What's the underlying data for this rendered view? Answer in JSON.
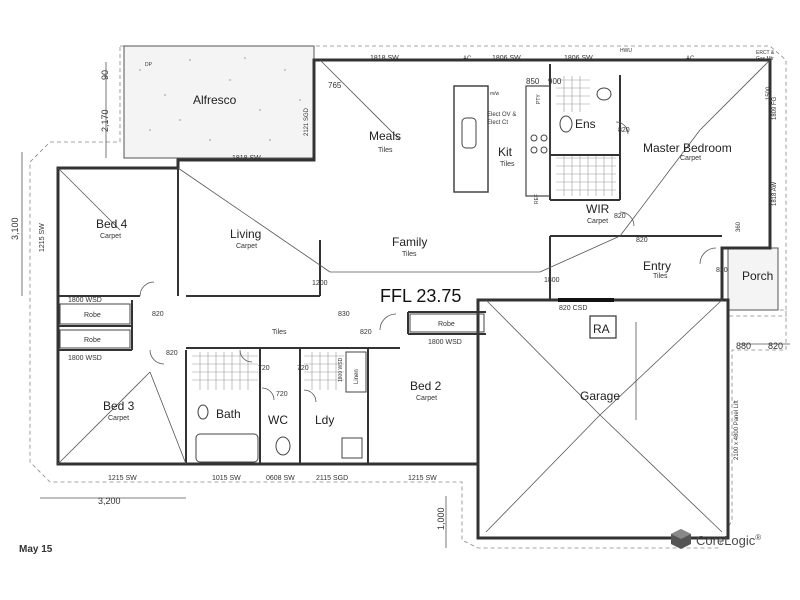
{
  "title": "FFL 23.75",
  "footer": {
    "date": "May 15",
    "brand": "CoreLogic",
    "brand_mark": "®"
  },
  "rooms": {
    "alfresco": {
      "name": "Alfresco"
    },
    "meals": {
      "name": "Meals",
      "floor": "Tiles"
    },
    "kit": {
      "name": "Kit",
      "floor": "Tiles"
    },
    "ens": {
      "name": "Ens"
    },
    "master": {
      "name": "Master Bedroom",
      "floor": "Carpet"
    },
    "bed4": {
      "name": "Bed 4",
      "floor": "Carpet"
    },
    "living": {
      "name": "Living",
      "floor": "Carpet"
    },
    "family": {
      "name": "Family",
      "floor": "Tiles"
    },
    "wir": {
      "name": "WIR",
      "floor": "Carpet"
    },
    "entry": {
      "name": "Entry",
      "floor": "Tiles"
    },
    "porch": {
      "name": "Porch"
    },
    "hall": {
      "floor": "Tiles"
    },
    "bed3": {
      "name": "Bed 3",
      "floor": "Carpet"
    },
    "bath": {
      "name": "Bath"
    },
    "wc": {
      "name": "WC"
    },
    "ldy": {
      "name": "Ldy"
    },
    "bed2": {
      "name": "Bed 2",
      "floor": "Carpet"
    },
    "garage": {
      "name": "Garage"
    },
    "ra": {
      "name": "RA"
    },
    "robe1": {
      "name": "Robe"
    },
    "robe2": {
      "name": "Robe"
    },
    "robe3": {
      "name": "Robe"
    },
    "linen": {
      "name": "Linen"
    }
  },
  "annotations": {
    "ac": "AC",
    "hwu": "HWU",
    "dp": "DP",
    "elect": "Elect OV &",
    "elect2": "Elect Ct",
    "mw": "m/w",
    "pty": "PTY",
    "ref": "REF",
    "erct": "ERCT &",
    "gas": "Gas Mtr",
    "fg": "1809 FG",
    "aw": "1818 AW",
    "sgd": "2121 SGD",
    "panel": "2100 x 4800 Panel Lift"
  },
  "dimensions": {
    "top_1818_sw": "1818 SW",
    "top_1806_sw_a": "1806 SW",
    "top_1806_sw_b": "1806 SW",
    "alfresco_1818_sw": "1818 SW",
    "d765": "765",
    "d850": "850",
    "d900": "900",
    "d820_ens": "820",
    "d820_wir": "820",
    "d820_entry": "820",
    "d820_porch": "820",
    "d820_bed4": "820",
    "d820_hall": "820",
    "d820_bed3": "820",
    "d820_csd": "820 CSD",
    "d1200": "1200",
    "d830": "830",
    "d1800": "1800",
    "d1800_wsd_a": "1800 WSD",
    "d1800_wsd_b": "1800 WSD",
    "d1800_wsd_c": "1800 WSD",
    "d1215_sw_left": "1215 SW",
    "d1215_sw_b1": "1215 SW",
    "d1015_sw": "1015 SW",
    "d0608_sw": "0608 SW",
    "d2115_sgd": "2115 SGD",
    "d1215_sw_b2": "1215 SW",
    "d720_a": "720",
    "d720_b": "720",
    "d720_c": "720",
    "d1800_linen": "1800 WSD",
    "d90": "90",
    "d2170": "2,170",
    "d3100": "3,100",
    "d3200": "3,200",
    "d1000": "1,000",
    "d880": "880",
    "d820_right": "820",
    "d1500": "1500",
    "d360": "360"
  }
}
